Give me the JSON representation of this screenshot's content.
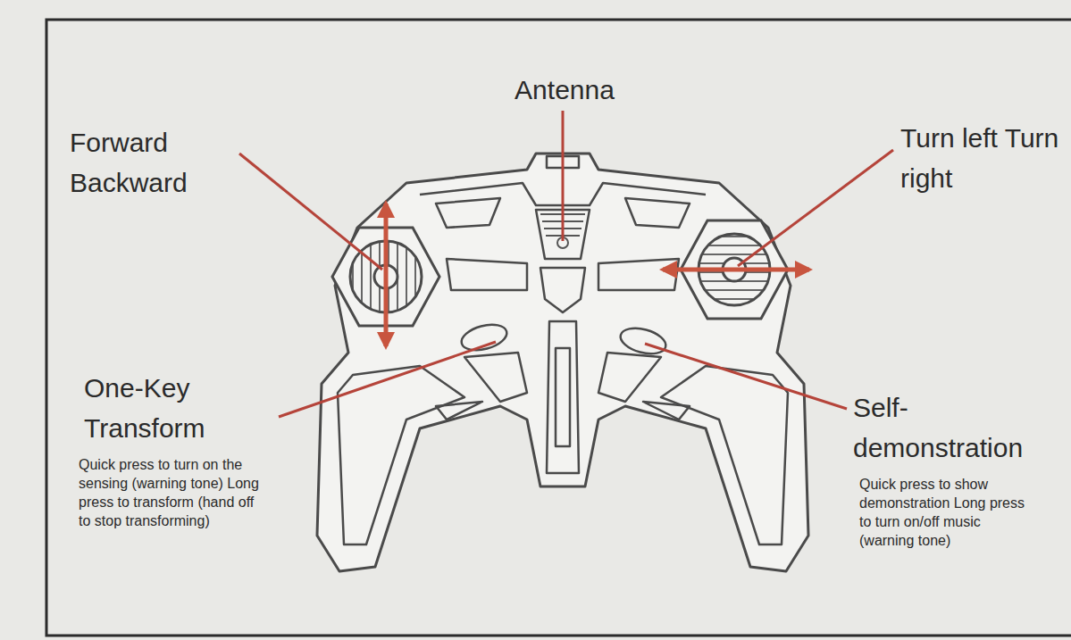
{
  "diagram": {
    "labels": [
      "Antenna",
      "Forward Backward",
      "Turn left Turn right",
      "One-Key Transform",
      "Quick press to turn on the sensing (warning tone) Long press to transform (hand off to stop transforming)",
      "Self- demonstration",
      "Quick press to show demonstration Long press to turn on/off music (warning tone)"
    ]
  }
}
